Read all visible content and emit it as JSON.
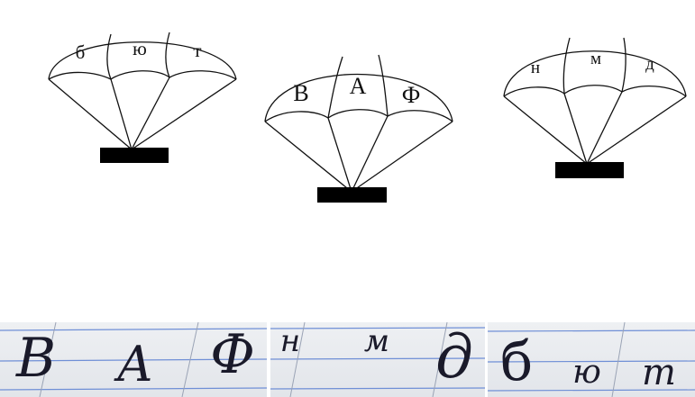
{
  "parachutes": [
    {
      "letters": [
        "б",
        "ю",
        "т"
      ]
    },
    {
      "letters": [
        "В",
        "А",
        "Ф"
      ]
    },
    {
      "letters": [
        "н",
        "м",
        "д"
      ]
    }
  ],
  "handwriting_strips": [
    {
      "letters": [
        "В",
        "А",
        "Ф"
      ]
    },
    {
      "letters": [
        "н",
        "м",
        "д"
      ]
    },
    {
      "letters": [
        "б",
        "ю",
        "т"
      ]
    }
  ],
  "colors": {
    "ink": "#111111",
    "ruling": "#6f8fd6",
    "margin": "#9aa3b5",
    "paper": "#e6e9ee"
  }
}
